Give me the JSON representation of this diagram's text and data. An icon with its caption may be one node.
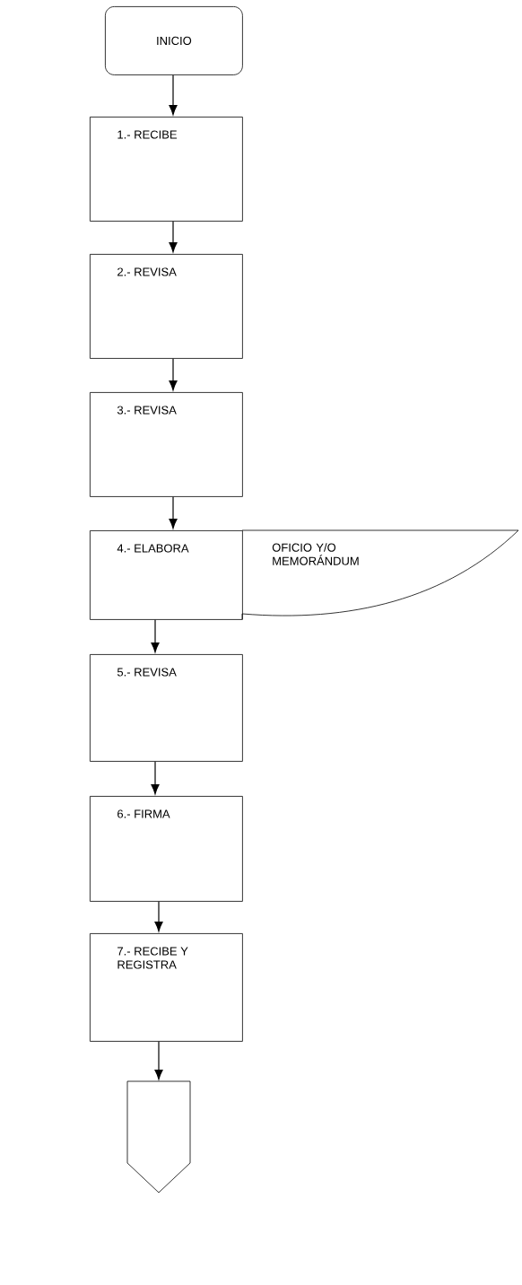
{
  "diagram": {
    "nodes": [
      {
        "text": [
          "INICIO"
        ]
      },
      {
        "text": [
          "1.- RECIBE"
        ]
      },
      {
        "text": [
          "2.- REVISA"
        ]
      },
      {
        "text": [
          "3.- REVISA"
        ]
      },
      {
        "text": [
          "4.- ELABORA"
        ]
      },
      {
        "text": [
          "OFICIO Y/O MEMORÁNDUM"
        ]
      },
      {
        "text": [
          "5.- REVISA"
        ]
      },
      {
        "text": [
          "6.- FIRMA"
        ]
      },
      {
        "text": [
          "7.- RECIBE Y REGISTRA"
        ]
      },
      {
        "text": [],
        "shape": "pentagon"
      }
    ],
    "edges": [
      {
        "from": 0,
        "to": 1,
        "arrow": "to"
      },
      {
        "from": 1,
        "to": 2,
        "arrow": "to"
      },
      {
        "from": 2,
        "to": 3,
        "arrow": "to"
      },
      {
        "from": 3,
        "to": 4,
        "arrow": "to"
      },
      {
        "from": 4,
        "to": 6,
        "arrow": "to"
      },
      {
        "from": 6,
        "to": 7,
        "arrow": "to"
      },
      {
        "from": 7,
        "to": 8,
        "arrow": "to"
      },
      {
        "from": 8,
        "to": 9,
        "arrow": "to"
      }
    ]
  }
}
